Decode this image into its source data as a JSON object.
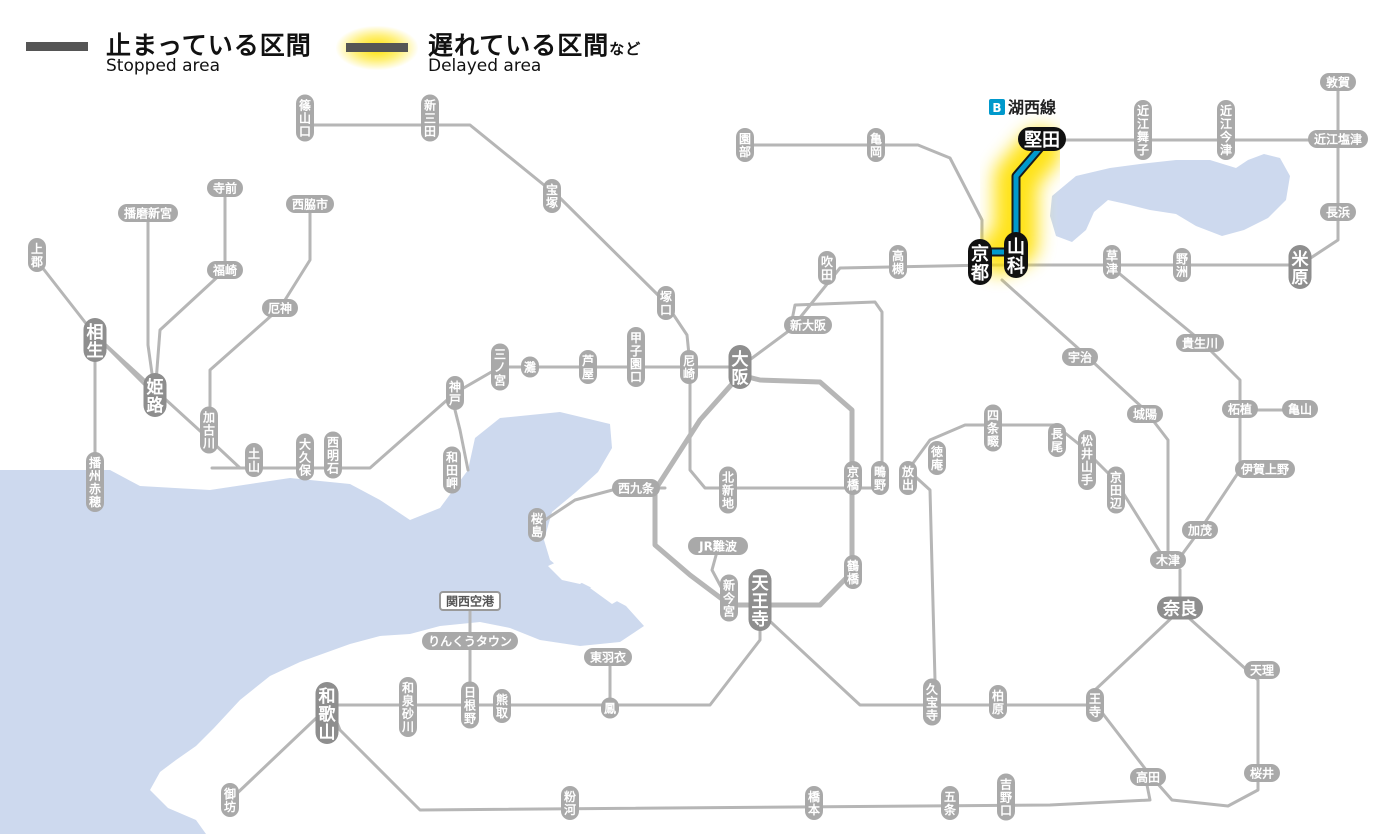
{
  "legend": {
    "stopped": {
      "title": "止まっている区間",
      "subtitle": "Stopped area"
    },
    "delayed": {
      "title": "遅れている区間",
      "title_suffix": "など",
      "subtitle": "Delayed area"
    }
  },
  "colors": {
    "water": "#cdd9ee",
    "line": "#b3b3b3",
    "label_bg": "#a9a9a9",
    "label_text": "#ffffff",
    "major_bg": "#8e8e8e",
    "affected_line": "#0099cc",
    "glow": "#ffe400",
    "highlight_bg": "#111111",
    "stopped_swatch": "#555555"
  },
  "line_badge": {
    "letter": "B",
    "name": "湖西線"
  },
  "stations": [
    {
      "id": "sasayamaguchi",
      "name": "篠山口",
      "vertical": true
    },
    {
      "id": "shinsanda",
      "name": "新三田",
      "vertical": true
    },
    {
      "id": "takarazuka",
      "name": "宝塚",
      "vertical": true
    },
    {
      "id": "tsukaguchi",
      "name": "塚口",
      "vertical": true
    },
    {
      "id": "amagasaki",
      "name": "尼崎",
      "vertical": true
    },
    {
      "id": "koshienguchi",
      "name": "甲子園口",
      "vertical": true
    },
    {
      "id": "ashiya",
      "name": "芦屋",
      "vertical": true
    },
    {
      "id": "nada",
      "name": "灘",
      "vertical": true
    },
    {
      "id": "sannomiya",
      "name": "三ノ宮",
      "vertical": true
    },
    {
      "id": "kobe",
      "name": "神戸",
      "vertical": true
    },
    {
      "id": "wadamisaki",
      "name": "和田岬",
      "vertical": true
    },
    {
      "id": "nishiakashi",
      "name": "西明石",
      "vertical": true
    },
    {
      "id": "okubo",
      "name": "大久保",
      "vertical": true
    },
    {
      "id": "tsuchiyama",
      "name": "土山",
      "vertical": true
    },
    {
      "id": "kakogawa",
      "name": "加古川",
      "vertical": true
    },
    {
      "id": "yashiro",
      "name": "厄神",
      "vertical": false
    },
    {
      "id": "nishiwakishi",
      "name": "西脇市",
      "vertical": false
    },
    {
      "id": "fukusaki",
      "name": "福崎",
      "vertical": false
    },
    {
      "id": "teramae",
      "name": "寺前",
      "vertical": false
    },
    {
      "id": "harimashingu",
      "name": "播磨新宮",
      "vertical": false
    },
    {
      "id": "himeji",
      "name": "姫路",
      "vertical": true
    },
    {
      "id": "aioi",
      "name": "相生",
      "vertical": true
    },
    {
      "id": "kamigori",
      "name": "上郡",
      "vertical": true
    },
    {
      "id": "banshuako",
      "name": "播州赤穂",
      "vertical": true
    },
    {
      "id": "osaka",
      "name": "大阪",
      "vertical": true
    },
    {
      "id": "shinosaka",
      "name": "新大阪",
      "vertical": false
    },
    {
      "id": "suita",
      "name": "吹田",
      "vertical": true
    },
    {
      "id": "takatsuki",
      "name": "高槻",
      "vertical": true
    },
    {
      "id": "sonobe",
      "name": "園部",
      "vertical": true
    },
    {
      "id": "kameoka",
      "name": "亀岡",
      "vertical": true
    },
    {
      "id": "kyoto",
      "name": "京都",
      "vertical": true
    },
    {
      "id": "yamashina",
      "name": "山科",
      "vertical": true
    },
    {
      "id": "katata",
      "name": "堅田",
      "vertical": false
    },
    {
      "id": "omimaiko",
      "name": "近江舞子",
      "vertical": true
    },
    {
      "id": "omiimazu",
      "name": "近江今津",
      "vertical": true
    },
    {
      "id": "omishiotsu",
      "name": "近江塩津",
      "vertical": false
    },
    {
      "id": "tsuruga",
      "name": "敦賀",
      "vertical": false
    },
    {
      "id": "nagahama",
      "name": "長浜",
      "vertical": false
    },
    {
      "id": "maibara",
      "name": "米原",
      "vertical": true
    },
    {
      "id": "yasu",
      "name": "野洲",
      "vertical": true
    },
    {
      "id": "kusatsu",
      "name": "草津",
      "vertical": true
    },
    {
      "id": "kibukawa",
      "name": "貴生川",
      "vertical": false
    },
    {
      "id": "tsuge",
      "name": "柘植",
      "vertical": false
    },
    {
      "id": "kameyama",
      "name": "亀山",
      "vertical": false
    },
    {
      "id": "igaueno",
      "name": "伊賀上野",
      "vertical": false
    },
    {
      "id": "kamo",
      "name": "加茂",
      "vertical": false
    },
    {
      "id": "kizu",
      "name": "木津",
      "vertical": false
    },
    {
      "id": "nara",
      "name": "奈良",
      "vertical": false
    },
    {
      "id": "tenri",
      "name": "天理",
      "vertical": false
    },
    {
      "id": "sakurai",
      "name": "桜井",
      "vertical": false
    },
    {
      "id": "takada",
      "name": "高田",
      "vertical": false
    },
    {
      "id": "oji",
      "name": "王寺",
      "vertical": true
    },
    {
      "id": "uji",
      "name": "宇治",
      "vertical": false
    },
    {
      "id": "joyo",
      "name": "城陽",
      "vertical": false
    },
    {
      "id": "shijonawate",
      "name": "四条畷",
      "vertical": true
    },
    {
      "id": "nagao",
      "name": "長尾",
      "vertical": true
    },
    {
      "id": "matsuiyamate",
      "name": "松井山手",
      "vertical": true
    },
    {
      "id": "kyotanabe",
      "name": "京田辺",
      "vertical": true
    },
    {
      "id": "tokuan",
      "name": "徳庵",
      "vertical": true
    },
    {
      "id": "hanaten",
      "name": "放出",
      "vertical": true
    },
    {
      "id": "shigino",
      "name": "鴫野",
      "vertical": true
    },
    {
      "id": "kyobashi",
      "name": "京橋",
      "vertical": true
    },
    {
      "id": "tsuruhashi",
      "name": "鶴橋",
      "vertical": true
    },
    {
      "id": "tennoji",
      "name": "天王寺",
      "vertical": true
    },
    {
      "id": "shinimamiya",
      "name": "新今宮",
      "vertical": true
    },
    {
      "id": "jrnamba",
      "name": "JR難波",
      "vertical": false
    },
    {
      "id": "kitashinchi",
      "name": "北新地",
      "vertical": true
    },
    {
      "id": "nishikujo",
      "name": "西九条",
      "vertical": false
    },
    {
      "id": "sakurajima",
      "name": "桜島",
      "vertical": true
    },
    {
      "id": "kyuhoji",
      "name": "久宝寺",
      "vertical": true
    },
    {
      "id": "kashiwara",
      "name": "柏原",
      "vertical": true
    },
    {
      "id": "otori",
      "name": "鳳",
      "vertical": true
    },
    {
      "id": "higashihagoromo",
      "name": "東羽衣",
      "vertical": false
    },
    {
      "id": "kumatori",
      "name": "熊取",
      "vertical": true
    },
    {
      "id": "hineno",
      "name": "日根野",
      "vertical": true
    },
    {
      "id": "rinku",
      "name": "りんくうタウン",
      "vertical": false
    },
    {
      "id": "kix",
      "name": "関西空港",
      "vertical": false
    },
    {
      "id": "izumisunagawa",
      "name": "和泉砂川",
      "vertical": true
    },
    {
      "id": "wakayama",
      "name": "和歌山",
      "vertical": true
    },
    {
      "id": "gobo",
      "name": "御坊",
      "vertical": true
    },
    {
      "id": "kokawa",
      "name": "粉河",
      "vertical": true
    },
    {
      "id": "hashimoto",
      "name": "橋本",
      "vertical": true
    },
    {
      "id": "gojo",
      "name": "五条",
      "vertical": true
    },
    {
      "id": "yoshinoguchi",
      "name": "吉野口",
      "vertical": true
    }
  ]
}
